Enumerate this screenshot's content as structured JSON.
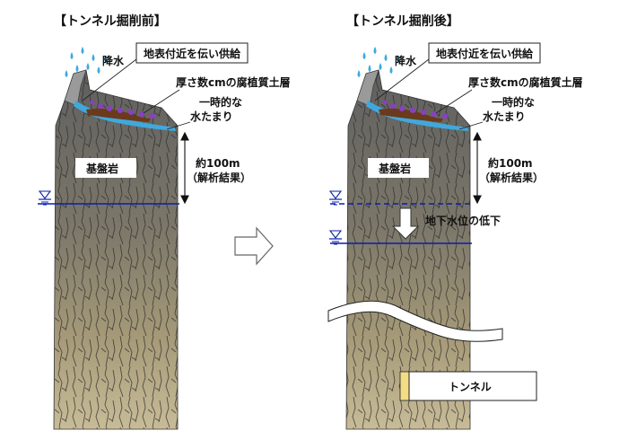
{
  "before": {
    "heading": "【トンネル掘削前】",
    "rain_label": "降水",
    "supply_callout": "地表付近を伝い供給",
    "humus_label": "厚さ数cmの腐植質土層",
    "puddle_label_1": "一時的な",
    "puddle_label_2": "水たまり",
    "bedrock_label": "基盤岩",
    "depth_label_1": "約100m",
    "depth_label_2": "（解析結果）"
  },
  "after": {
    "heading": "【トンネル掘削後】",
    "rain_label": "降水",
    "supply_callout": "地表付近を伝い供給",
    "humus_label": "厚さ数cmの腐植質土層",
    "puddle_label_1": "一時的な",
    "puddle_label_2": "水たまり",
    "bedrock_label": "基盤岩",
    "depth_label_1": "約100m",
    "depth_label_2": "（解析結果）",
    "drawdown_label": "地下水位の低下",
    "tunnel_label": "トンネル"
  },
  "colors": {
    "rock_top": "#6b6b6b",
    "rock_bottom": "#bdb08a",
    "water_table": "#0b1fa8",
    "water": "#3fa9dd",
    "flower": "#8a3fc4",
    "tunnel_accent": "#f2dc86"
  }
}
